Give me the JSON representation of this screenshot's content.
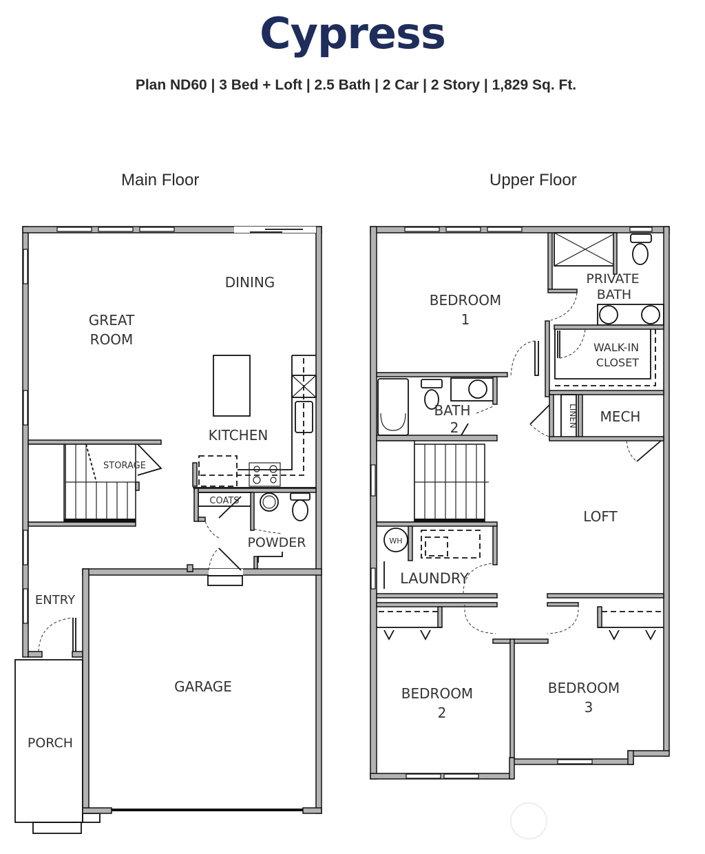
{
  "header": {
    "title": "Cypress",
    "subtitle": "Plan ND60 | 3 Bed + Loft | 2.5 Bath | 2 Car | 2 Story | 1,829 Sq. Ft.",
    "specs": [
      "Plan ND60",
      "3 Bed + Loft",
      "2.5 Bath",
      "2 Car",
      "2 Story",
      "1,829 Sq. Ft."
    ]
  },
  "colors": {
    "title": "#1f2d5c",
    "wall_fill": "#b3b3b3",
    "line": "#111111",
    "label": "#333333"
  },
  "main_floor": {
    "label": "Main Floor",
    "rooms": {
      "dining": "DINING",
      "great_room_1": "GREAT",
      "great_room_2": "ROOM",
      "kitchen": "KITCHEN",
      "storage": "STORAGE",
      "coats": "COATS",
      "powder": "POWDER",
      "entry": "ENTRY",
      "garage": "GARAGE",
      "porch": "PORCH"
    }
  },
  "upper_floor": {
    "label": "Upper Floor",
    "rooms": {
      "bedroom1_a": "BEDROOM",
      "bedroom1_b": "1",
      "private_bath_a": "PRIVATE",
      "private_bath_b": "BATH",
      "walkin_a": "WALK-IN",
      "walkin_b": "CLOSET",
      "bath2_a": "BATH",
      "bath2_b": "2",
      "linen": "LINEN",
      "mech": "MECH",
      "loft": "LOFT",
      "wh": "WH",
      "laundry": "LAUNDRY",
      "bedroom2_a": "BEDROOM",
      "bedroom2_b": "2",
      "bedroom3_a": "BEDROOM",
      "bedroom3_b": "3"
    }
  }
}
